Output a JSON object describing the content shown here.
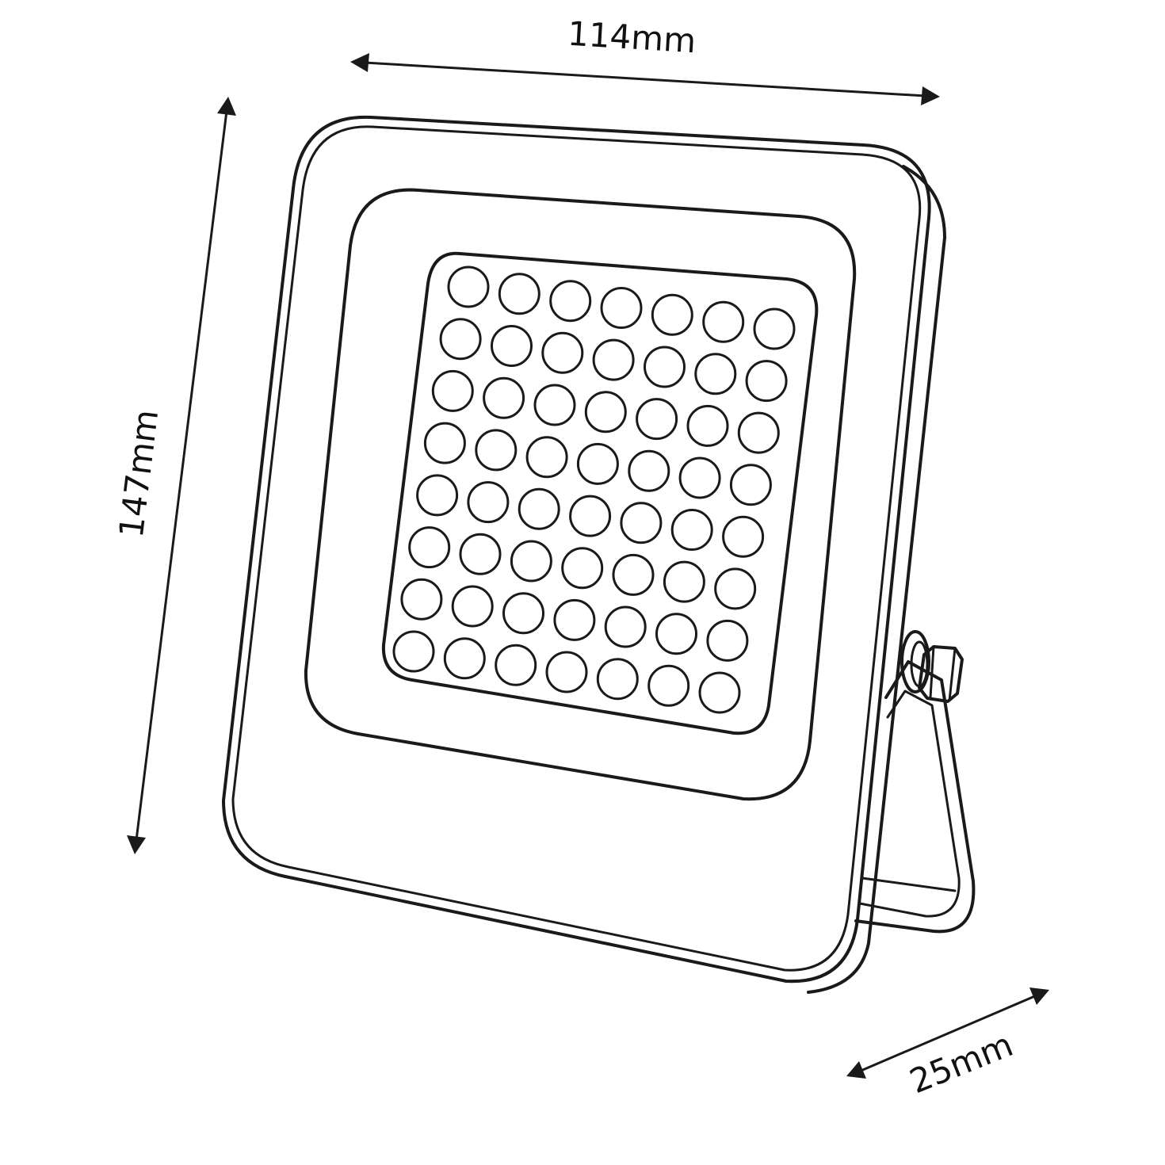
{
  "diagram": {
    "line_color": "#1a1a1a",
    "background": "#ffffff",
    "dimensions": {
      "width_label": "114mm",
      "height_label": "147mm",
      "depth_label": "25mm"
    },
    "led_grid": {
      "rows": 8,
      "columns": 7
    }
  }
}
